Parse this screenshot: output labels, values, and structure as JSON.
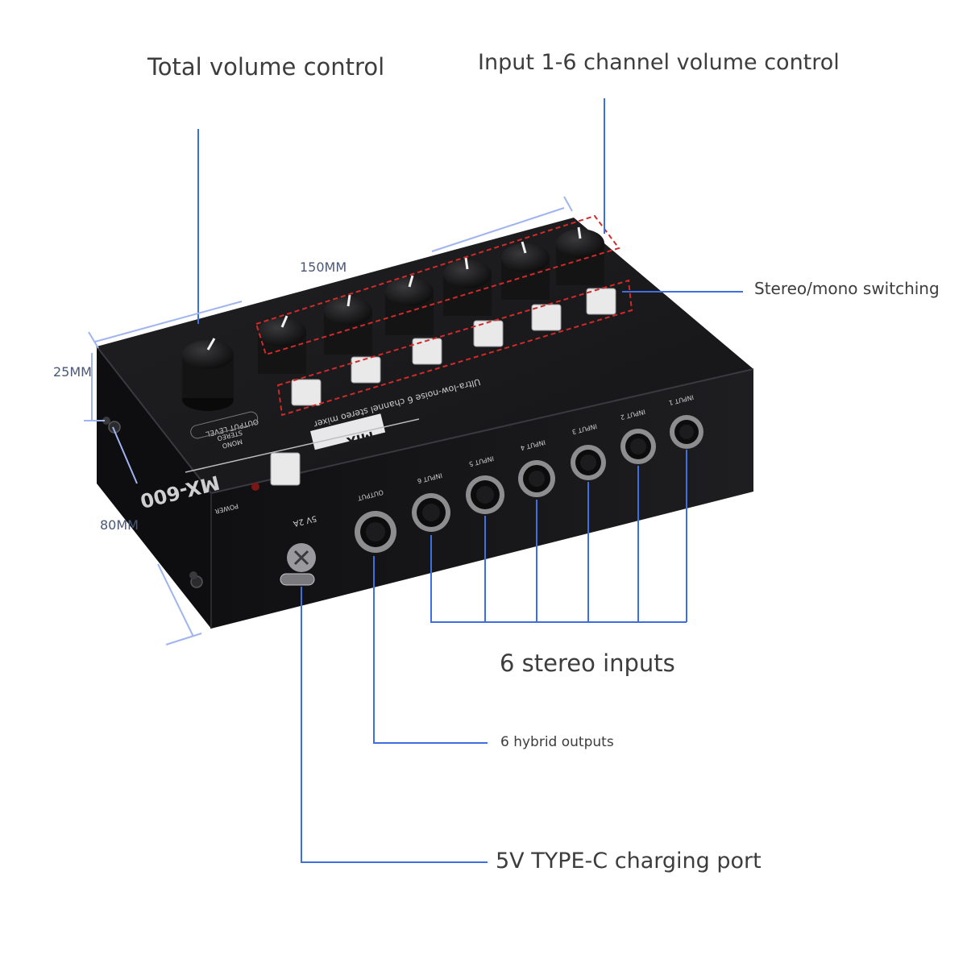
{
  "colors": {
    "accent_line": "#3d6fe0",
    "dimension_line": "#9fb4f0",
    "highlight_dash": "#d12a2a",
    "device_body": "#1b1b1d"
  },
  "device": {
    "model": "MX-600",
    "brand": "MIX",
    "tagline": "Ultra-low-noise 6 channel stereo mixer",
    "panel_labels": {
      "power": "POWER",
      "output_level": "OUTPUT LEVEL",
      "mono": "MONO",
      "stereo": "STEREO",
      "dc_input": "5V 2A",
      "output_jack": "OUTPUT",
      "inputs": [
        "INPUT 1",
        "INPUT 2",
        "INPUT 3",
        "INPUT 4",
        "INPUT 5",
        "INPUT 6"
      ]
    }
  },
  "callouts": {
    "total_volume": "Total volume control",
    "input_volume": "Input 1-6 channel volume control",
    "stereo_mono": "Stereo/mono switching",
    "stereo_inputs": "6 stereo inputs",
    "hybrid_outputs": "6 hybrid outputs",
    "charging_port": "5V TYPE-C charging port"
  },
  "dimensions": {
    "width": "150MM",
    "height": "25MM",
    "depth": "80MM"
  }
}
